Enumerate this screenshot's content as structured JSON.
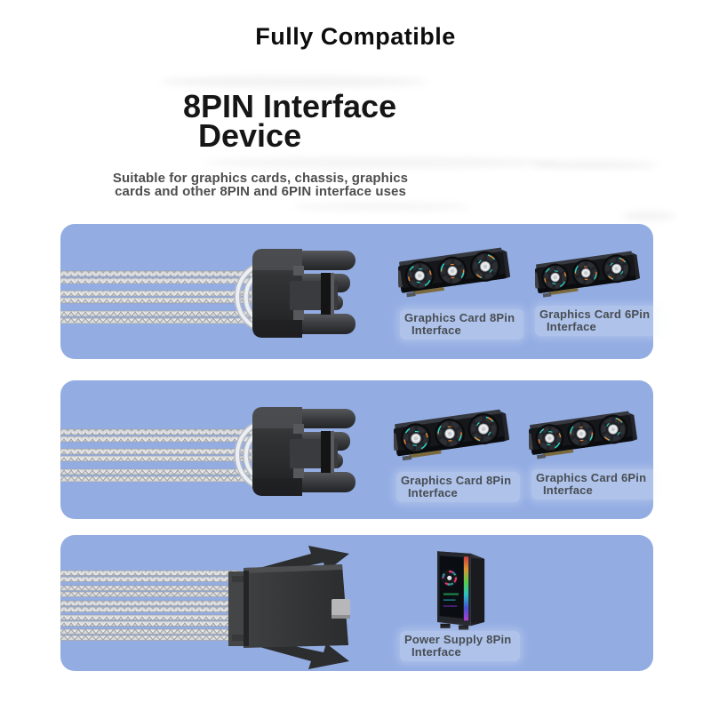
{
  "header": {
    "title": "Fully Compatible",
    "heading_line1": "8PIN Interface",
    "heading_line2": "Device",
    "subtitle_line1": "Suitable for graphics cards, chassis, graphics",
    "subtitle_line2": "cards and other 8PIN and 6PIN interface uses"
  },
  "panels": [
    {
      "name": "graphics-card-compatibility-top",
      "connector_icon": "8pin-female-connector-side-view",
      "items": [
        {
          "image_icon": "graphics-card-3-fan",
          "label_line1": "Graphics Card 8Pin",
          "label_line2": "Interface"
        },
        {
          "image_icon": "graphics-card-3-fan",
          "label_line1": "Graphics Card 6Pin",
          "label_line2": "Interface"
        }
      ]
    },
    {
      "name": "graphics-card-compatibility-bottom",
      "connector_icon": "8pin-female-connector-side-view",
      "items": [
        {
          "image_icon": "graphics-card-3-fan",
          "label_line1": "Graphics Card 8Pin",
          "label_line2": "Interface"
        },
        {
          "image_icon": "graphics-card-3-fan",
          "label_line1": "Graphics Card 6Pin",
          "label_line2": "Interface"
        }
      ]
    },
    {
      "name": "power-supply-compatibility",
      "connector_icon": "8pin-male-connector-clip-top-view",
      "items": [
        {
          "image_icon": "pc-tower-case-rgb",
          "label_line1": "Power Supply 8Pin",
          "label_line2": "Interface"
        }
      ]
    }
  ],
  "colors": {
    "panel_background": "#93ade3",
    "title_text": "#0d0d0d",
    "subtitle_text": "#4e4e4e",
    "label_text": "#484d53",
    "cable_silver": "#d9dadb",
    "connector_black": "#2b2c2e",
    "fan_accent_cyan": "#2bd9c8",
    "fan_accent_orange": "#f28a33"
  }
}
